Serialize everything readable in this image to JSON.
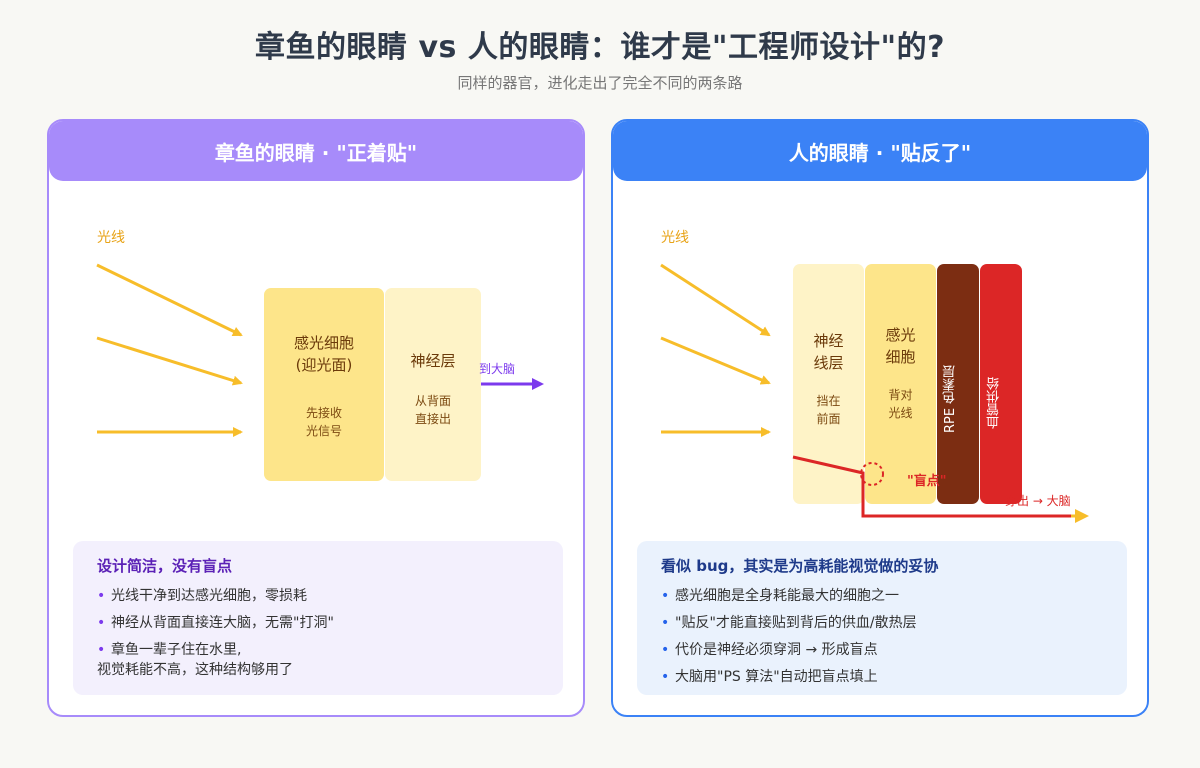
{
  "header": {
    "title": "章鱼的眼睛 vs 人的眼睛：谁才是\"工程师设计\"的?",
    "subtitle": "同样的器官，进化走出了完全不同的两条路"
  },
  "left": {
    "heading": "章鱼的眼睛 · \"正着贴\"",
    "light_label": "光线",
    "photoreceptor_title": "感光细胞",
    "photoreceptor_title2": "(迎光面)",
    "photoreceptor_sub1": "先接收",
    "photoreceptor_sub2": "光信号",
    "nerve_title": "神经层",
    "nerve_sub1": "从背面",
    "nerve_sub2": "直接出",
    "to_brain": "到大脑",
    "note_title": "设计简洁，没有盲点",
    "notes": [
      "光线干净到达感光细胞，零损耗",
      "神经从背面直接连大脑，无需\"打洞\"",
      "章鱼一辈子住在水里,",
      "视觉耗能不高，这种结构够用了"
    ]
  },
  "right": {
    "heading": "人的眼睛 · \"贴反了\"",
    "light_label": "光线",
    "nerve_title1": "神经",
    "nerve_title2": "线层",
    "nerve_sub1": "挡在",
    "nerve_sub2": "前面",
    "photo_title1": "感光",
    "photo_title2": "细胞",
    "photo_sub1": "背对",
    "photo_sub2": "光线",
    "rpe_label": "RPE 色素层",
    "blood_label": "血管供给",
    "blind_spot": "\"盲点\"",
    "exit_label": "穿出 → 大脑",
    "note_title": "看似 bug，其实是为高耗能视觉做的妥协",
    "notes": [
      "感光细胞是全身耗能最大的细胞之一",
      "\"贴反\"才能直接贴到背后的供血/散热层",
      "代价是神经必须穿洞 → 形成盲点",
      "大脑用\"PS 算法\"自动把盲点填上"
    ]
  },
  "colors": {
    "left_accent": "#a78bfa",
    "right_accent": "#3b82f6",
    "arrow": "#f7bd2a",
    "photoreceptor": "#fde58a",
    "nerve": "#fef3c7",
    "rpe": "#7c2d12",
    "blood": "#dc2626",
    "optic_nerve_left": "#7c3aed",
    "optic_nerve_right": "#dc2626"
  }
}
